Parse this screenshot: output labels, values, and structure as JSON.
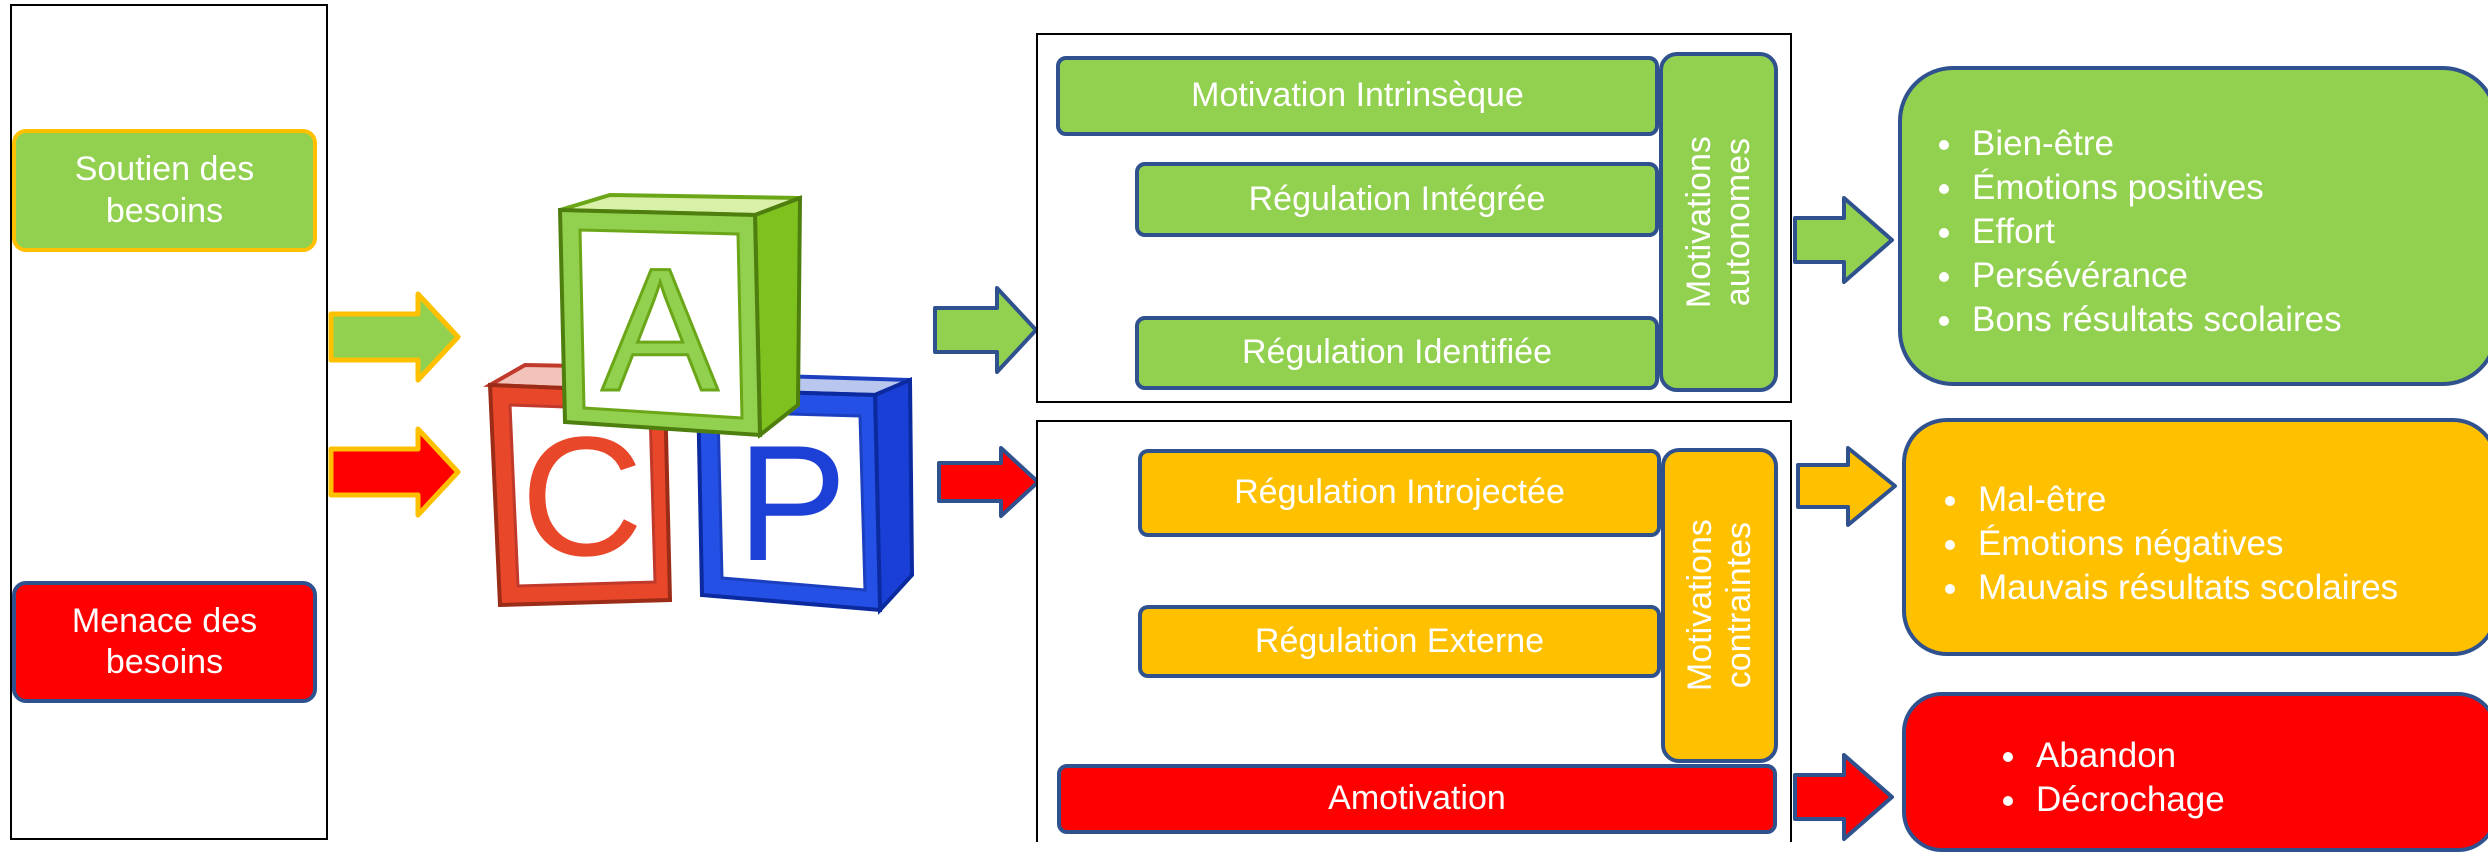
{
  "left": {
    "soutien": "Soutien des\nbesoins",
    "menace": "Menace des\nbesoins"
  },
  "blocks": {
    "a": "A",
    "c": "C",
    "p": "P"
  },
  "autonomous": {
    "items": [
      "Motivation Intrinsèque",
      "Régulation Intégrée",
      "Régulation Identifiée"
    ],
    "group_label": "Motivations\nautonomes"
  },
  "controlled": {
    "items": [
      "Régulation Introjectée",
      "Régulation Externe"
    ],
    "group_label": "Motivations\ncontraintes"
  },
  "amotivation": "Amotivation",
  "outcomes": {
    "positive": [
      " Bien-être",
      "Émotions positives",
      "Effort",
      "Persévérance",
      "Bons résultats scolaires"
    ],
    "negative": [
      "Mal-être",
      " Émotions négatives",
      " Mauvais résultats scolaires"
    ],
    "drop": [
      "Abandon",
      "Décrochage"
    ]
  },
  "colors": {
    "green": "#92D050",
    "orange": "#FFC000",
    "red": "#FF0000",
    "border_blue": "#2F528F",
    "arrow_outline_gold": "#FFC000"
  }
}
